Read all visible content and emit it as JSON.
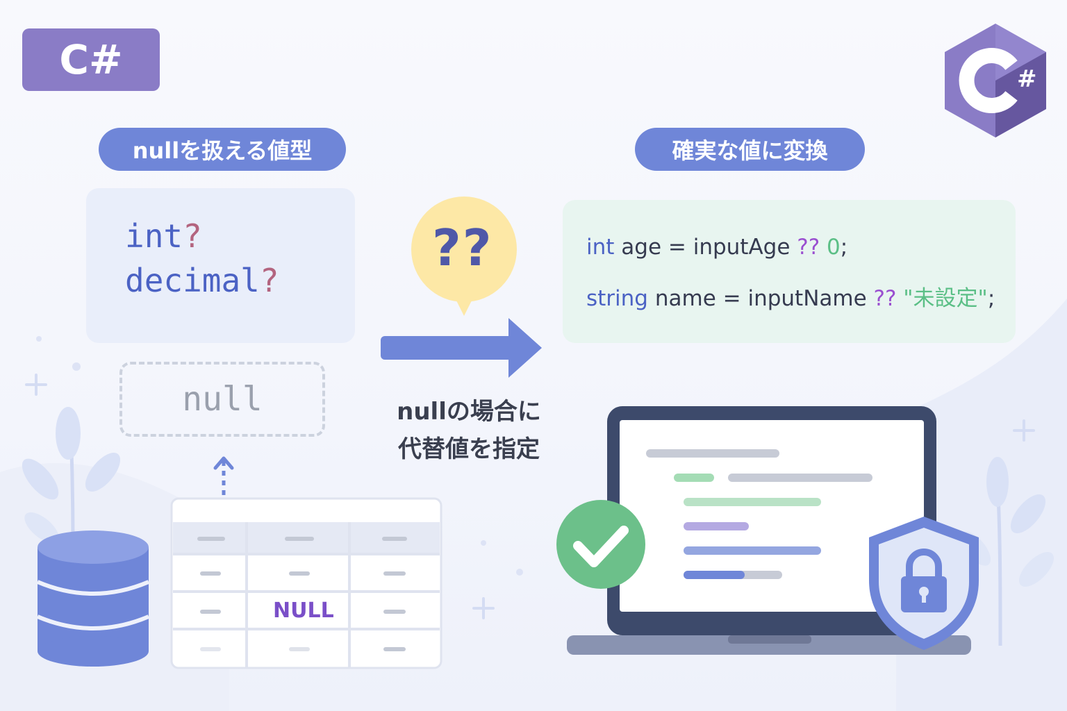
{
  "badge": {
    "label": "C#"
  },
  "logo": {
    "glyph": "#"
  },
  "left_pill": {
    "label": "nullを扱える値型"
  },
  "right_pill": {
    "label": "確実な値に変換"
  },
  "types": [
    {
      "name": "int",
      "mark": "?"
    },
    {
      "name": "decimal",
      "mark": "?"
    }
  ],
  "null_box": {
    "label": "null"
  },
  "operator_bubble": {
    "label": "??"
  },
  "caption": {
    "line1": "nullの場合に",
    "line2": "代替値を指定"
  },
  "code": {
    "line1": {
      "kw": "int",
      "rest": " age = inputAge ",
      "op": "??",
      "val": " 0",
      "end": ";"
    },
    "line2": {
      "kw": "string",
      "rest": " name = inputName ",
      "op": "??",
      "val": " \"未設定\"",
      "end": ";"
    }
  },
  "table": {
    "null_cell": "NULL"
  },
  "colors": {
    "accent": "#6f86d8",
    "badge": "#8a7cc6",
    "keyword": "#4b62c4",
    "question": "#b3647f",
    "operator": "#9a4fd0",
    "value": "#5bbf86",
    "check": "#6cc08a"
  },
  "icons": [
    "csharp-logo-icon",
    "database-icon",
    "check-icon",
    "shield-lock-icon",
    "laptop-icon",
    "arrow-right-icon",
    "arrow-up-icon",
    "plant-icon"
  ]
}
